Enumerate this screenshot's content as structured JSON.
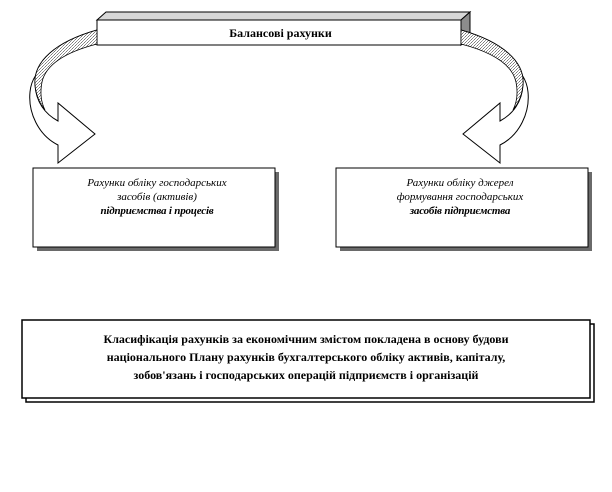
{
  "diagram": {
    "top_box": {
      "label": "Балансові рахунки"
    },
    "left_box": {
      "line1": "Рахунки обліку господарських",
      "line2": "засобів (активів)",
      "line3": "підприємства  і процесів"
    },
    "right_box": {
      "line1": "Рахунки обліку джерел",
      "line2": "формування господарських",
      "line3": "засобів підприємства"
    },
    "bottom_box": {
      "line1": "Класифікація  рахунків  за економічним  змістом покладена в основу будови",
      "line2": "національного  Плану рахунків  бухгалтерського  обліку  активів,  капіталу,",
      "line3": "зобов'язань і господарських  операцій  підприємств і організацій"
    }
  }
}
